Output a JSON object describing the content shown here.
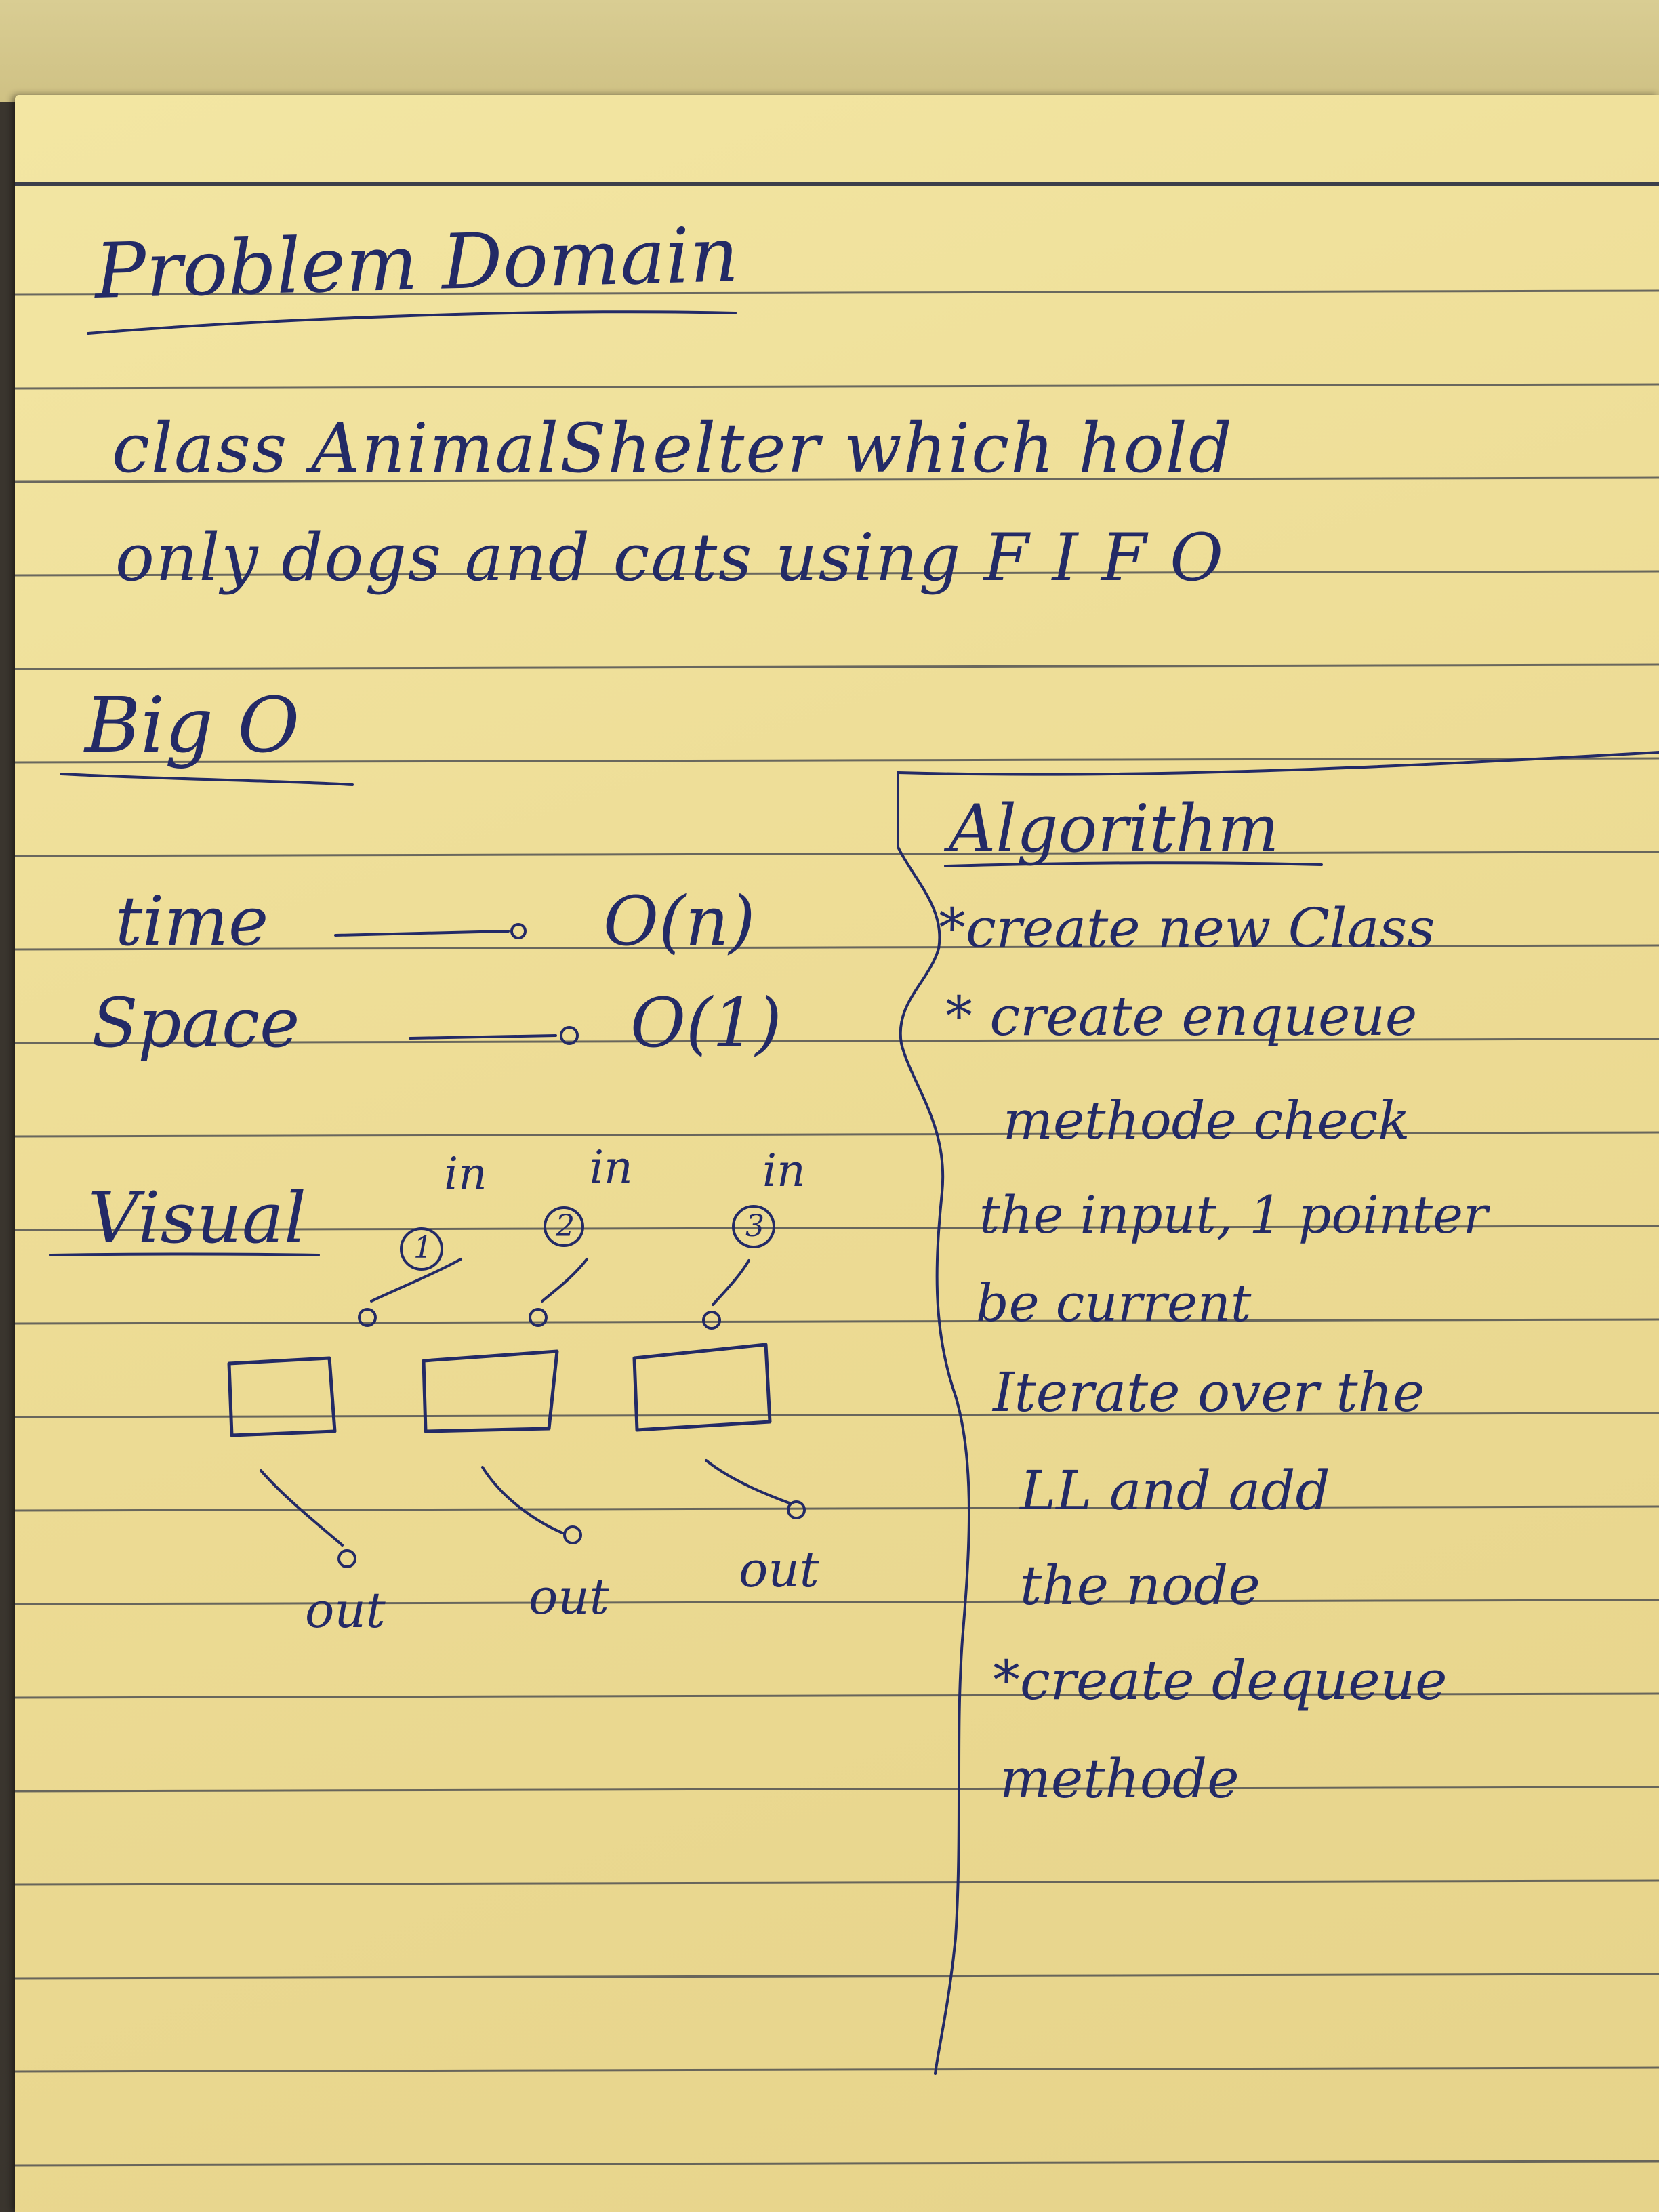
{
  "header": {
    "title": "Problem Domain"
  },
  "problem": {
    "line1": "class AnimalShelter which hold",
    "line2": "only dogs and cats using F I F O"
  },
  "big_o": {
    "heading": "Big O",
    "time_label": "time",
    "time_value": "O(n)",
    "space_label": "Space",
    "space_value": "O(1)"
  },
  "visual": {
    "heading": "Visual",
    "in_labels": [
      "in",
      "in",
      "in"
    ],
    "numbers": [
      "1",
      "2",
      "3"
    ],
    "out_labels": [
      "out",
      "out",
      "out"
    ]
  },
  "algorithm": {
    "heading": "Algorithm",
    "lines": [
      "*create new Class",
      "* create enqueue",
      "methode check",
      "the input, 1 pointer",
      "be current",
      "Iterate over the",
      "LL and add",
      "the node",
      "*create dequeue",
      "methode"
    ]
  },
  "colors": {
    "paper": "#f0e29d",
    "rule_line": "#3c3f4a",
    "ink": "#232a66"
  }
}
